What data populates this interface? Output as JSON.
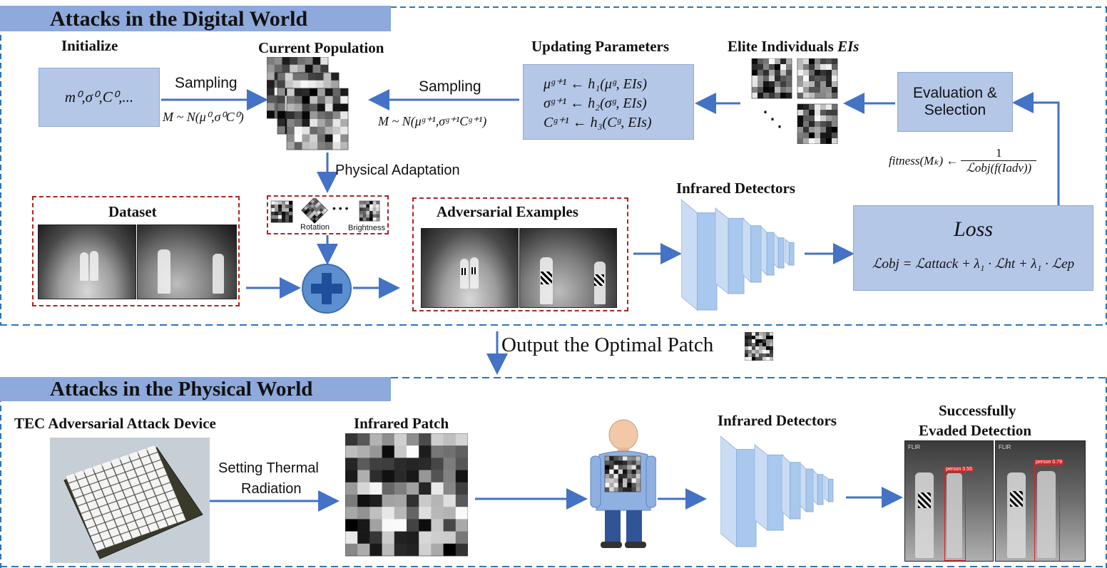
{
  "digital": {
    "banner": "Attacks in the Digital  World",
    "initialize": {
      "title": "Initialize",
      "params": "m⁰,σ⁰,C⁰,..."
    },
    "sampling1": {
      "label": "Sampling",
      "formula": "M ~ N(μ⁰,σ⁰C⁰)"
    },
    "current_population": "Current Population",
    "sampling2": {
      "label": "Sampling",
      "formula": "M ~ N(μᵍ⁺¹,σᵍ⁺¹Cᵍ⁺¹)"
    },
    "updating": {
      "title": "Updating Parameters",
      "lines": [
        "μᵍ⁺¹ ← h₁(μᵍ, EIs)",
        "σᵍ⁺¹ ← h₂(σᵍ, EIs)",
        "Cᵍ⁺¹ ← h₃(Cᵍ, EIs)"
      ]
    },
    "elite": {
      "title_plain": "Elite Individuals ",
      "title_italic": "EIs",
      "ellipsis": "⋱"
    },
    "evaluation": [
      "Evaluation &",
      "Selection"
    ],
    "fitness": {
      "lhs": "fitness(Mₖ) ←",
      "num": "1",
      "den": "ℒobj(f(Iadv))"
    },
    "physical_adaptation": "Physical Adaptation",
    "aug": {
      "rotation": "Rotation",
      "brightness": "Brightness",
      "dots": "• • •"
    },
    "dataset": "Dataset",
    "adversarial": "Adversarial Examples",
    "detectors": "Infrared Detectors",
    "loss": {
      "title": "Loss",
      "formula": "ℒobj = ℒattack + λ₁ · ℒht + λ₁ · ℒep"
    },
    "plus": "+"
  },
  "output_patch": "Output the Optimal Patch",
  "physical": {
    "banner": "Attacks in the Physical World",
    "tec_device": "TEC Adversarial Attack Device",
    "setting": [
      "Setting Thermal",
      "Radiation"
    ],
    "infrared_patch": "Infrared Patch",
    "detectors": "Infrared Detectors",
    "evaded": [
      "Successfully",
      "Evaded Detection"
    ],
    "flir": "FLIR",
    "person_label_1": "person 0.55",
    "person_label_2": "person 0.79"
  },
  "colors": {
    "banner": "#8ea9db",
    "box": "#b4c7e7",
    "arrow": "#4472c4",
    "dashed_border": "#2e75b6",
    "red_frame": "#b22222"
  }
}
